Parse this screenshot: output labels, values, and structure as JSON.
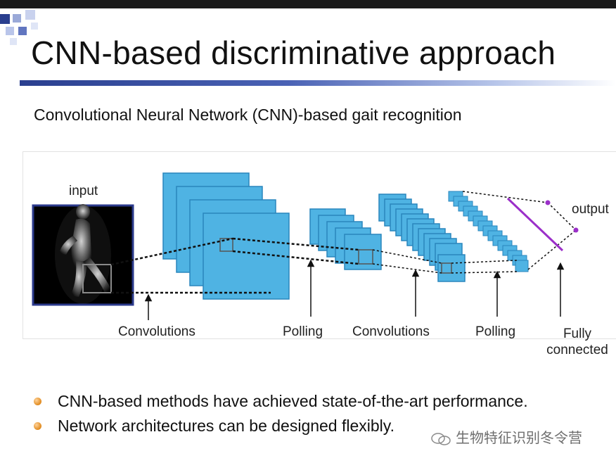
{
  "slide": {
    "title": "CNN-based discriminative approach",
    "subtitle": "Convolutional Neural Network (CNN)-based gait recognition"
  },
  "diagram": {
    "input_label": "input",
    "output_label": "output",
    "stage_labels": {
      "conv1": "Convolutions",
      "pool1": "Polling",
      "conv2": "Convolutions",
      "pool2": "Polling",
      "fc": "Fully connected"
    },
    "colors": {
      "map_fill": "#4fb3e3",
      "map_edge": "#2a86bd",
      "output_line": "#9b2fc9"
    }
  },
  "bullets": [
    {
      "text": "CNN-based methods have achieved state-of-the-art performance."
    },
    {
      "text": "Network architectures can be designed flexibly."
    }
  ],
  "watermark": {
    "icon": "wechat-icon",
    "text": "生物特征识别冬令营"
  },
  "colors": {
    "accent": "#2a3f8f",
    "bullet": "#e08a1e"
  }
}
